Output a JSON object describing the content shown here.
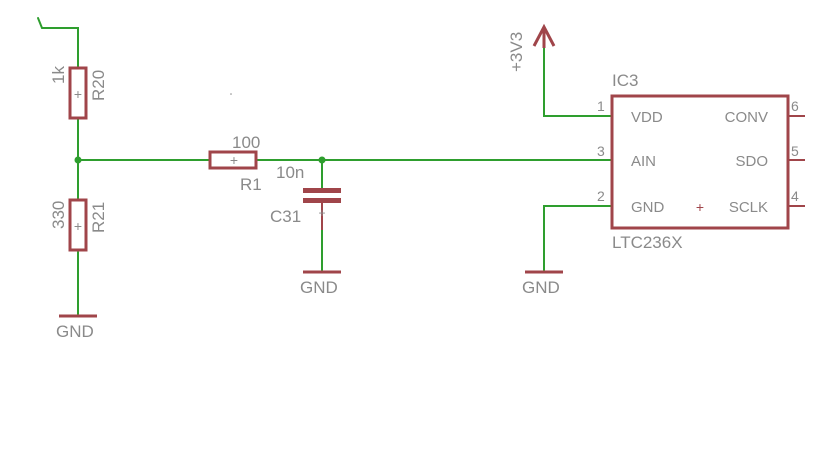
{
  "colors": {
    "wire": "#2e9e2e",
    "part": "#a0454a",
    "text": "#8a8a8a"
  },
  "r20": {
    "value": "1k",
    "name": "R20"
  },
  "r21": {
    "value": "330",
    "name": "R21"
  },
  "r1": {
    "value": "100",
    "name": "R1"
  },
  "c31": {
    "value": "10n",
    "name": "C31"
  },
  "supply": {
    "label": "+3V3"
  },
  "gnd": {
    "label": "GND"
  },
  "ic3": {
    "name": "IC3",
    "part": "LTC236X",
    "pins": [
      {
        "label": "VDD",
        "number": "1"
      },
      {
        "label": "AIN",
        "number": "3"
      },
      {
        "label": "GND",
        "number": "2"
      },
      {
        "label": "CONV",
        "number": "6"
      },
      {
        "label": "SDO",
        "number": "5"
      },
      {
        "label": "SCLK",
        "number": "4"
      }
    ]
  }
}
